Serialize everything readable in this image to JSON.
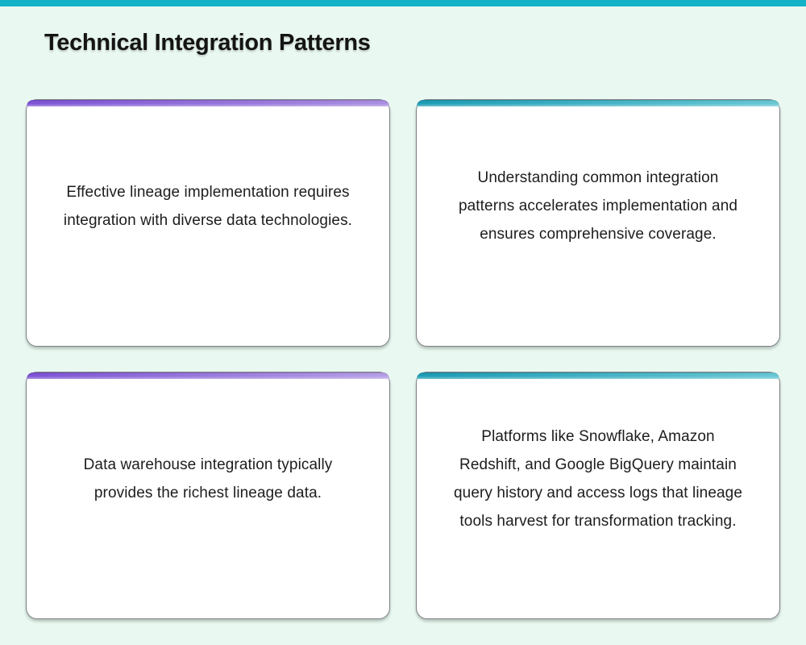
{
  "page": {
    "title": "Technical Integration Patterns",
    "background_color": "#e9f8f0",
    "top_bar_color": "#12b2c7",
    "card_border_color": "#7d7d85",
    "text_color": "#1d1d1f"
  },
  "cards": [
    {
      "accent": "purple",
      "gradient_start": "#7c52d4",
      "gradient_end": "#a98fe0",
      "text": "Effective lineage implementation requires integration with diverse data technologies."
    },
    {
      "accent": "teal",
      "gradient_start": "#1b9cb4",
      "gradient_end": "#68c7d4",
      "text": "Understanding common integration patterns accelerates implementation and ensures comprehensive coverage."
    },
    {
      "accent": "purple",
      "gradient_start": "#7c52d4",
      "gradient_end": "#b5a0e6",
      "text": "Data warehouse integration typically provides the richest lineage data."
    },
    {
      "accent": "teal",
      "gradient_start": "#1b9cb4",
      "gradient_end": "#68c7d4",
      "text": "Platforms like Snowflake, Amazon Redshift, and Google BigQuery maintain query history and access logs that lineage tools harvest for transformation tracking."
    }
  ]
}
